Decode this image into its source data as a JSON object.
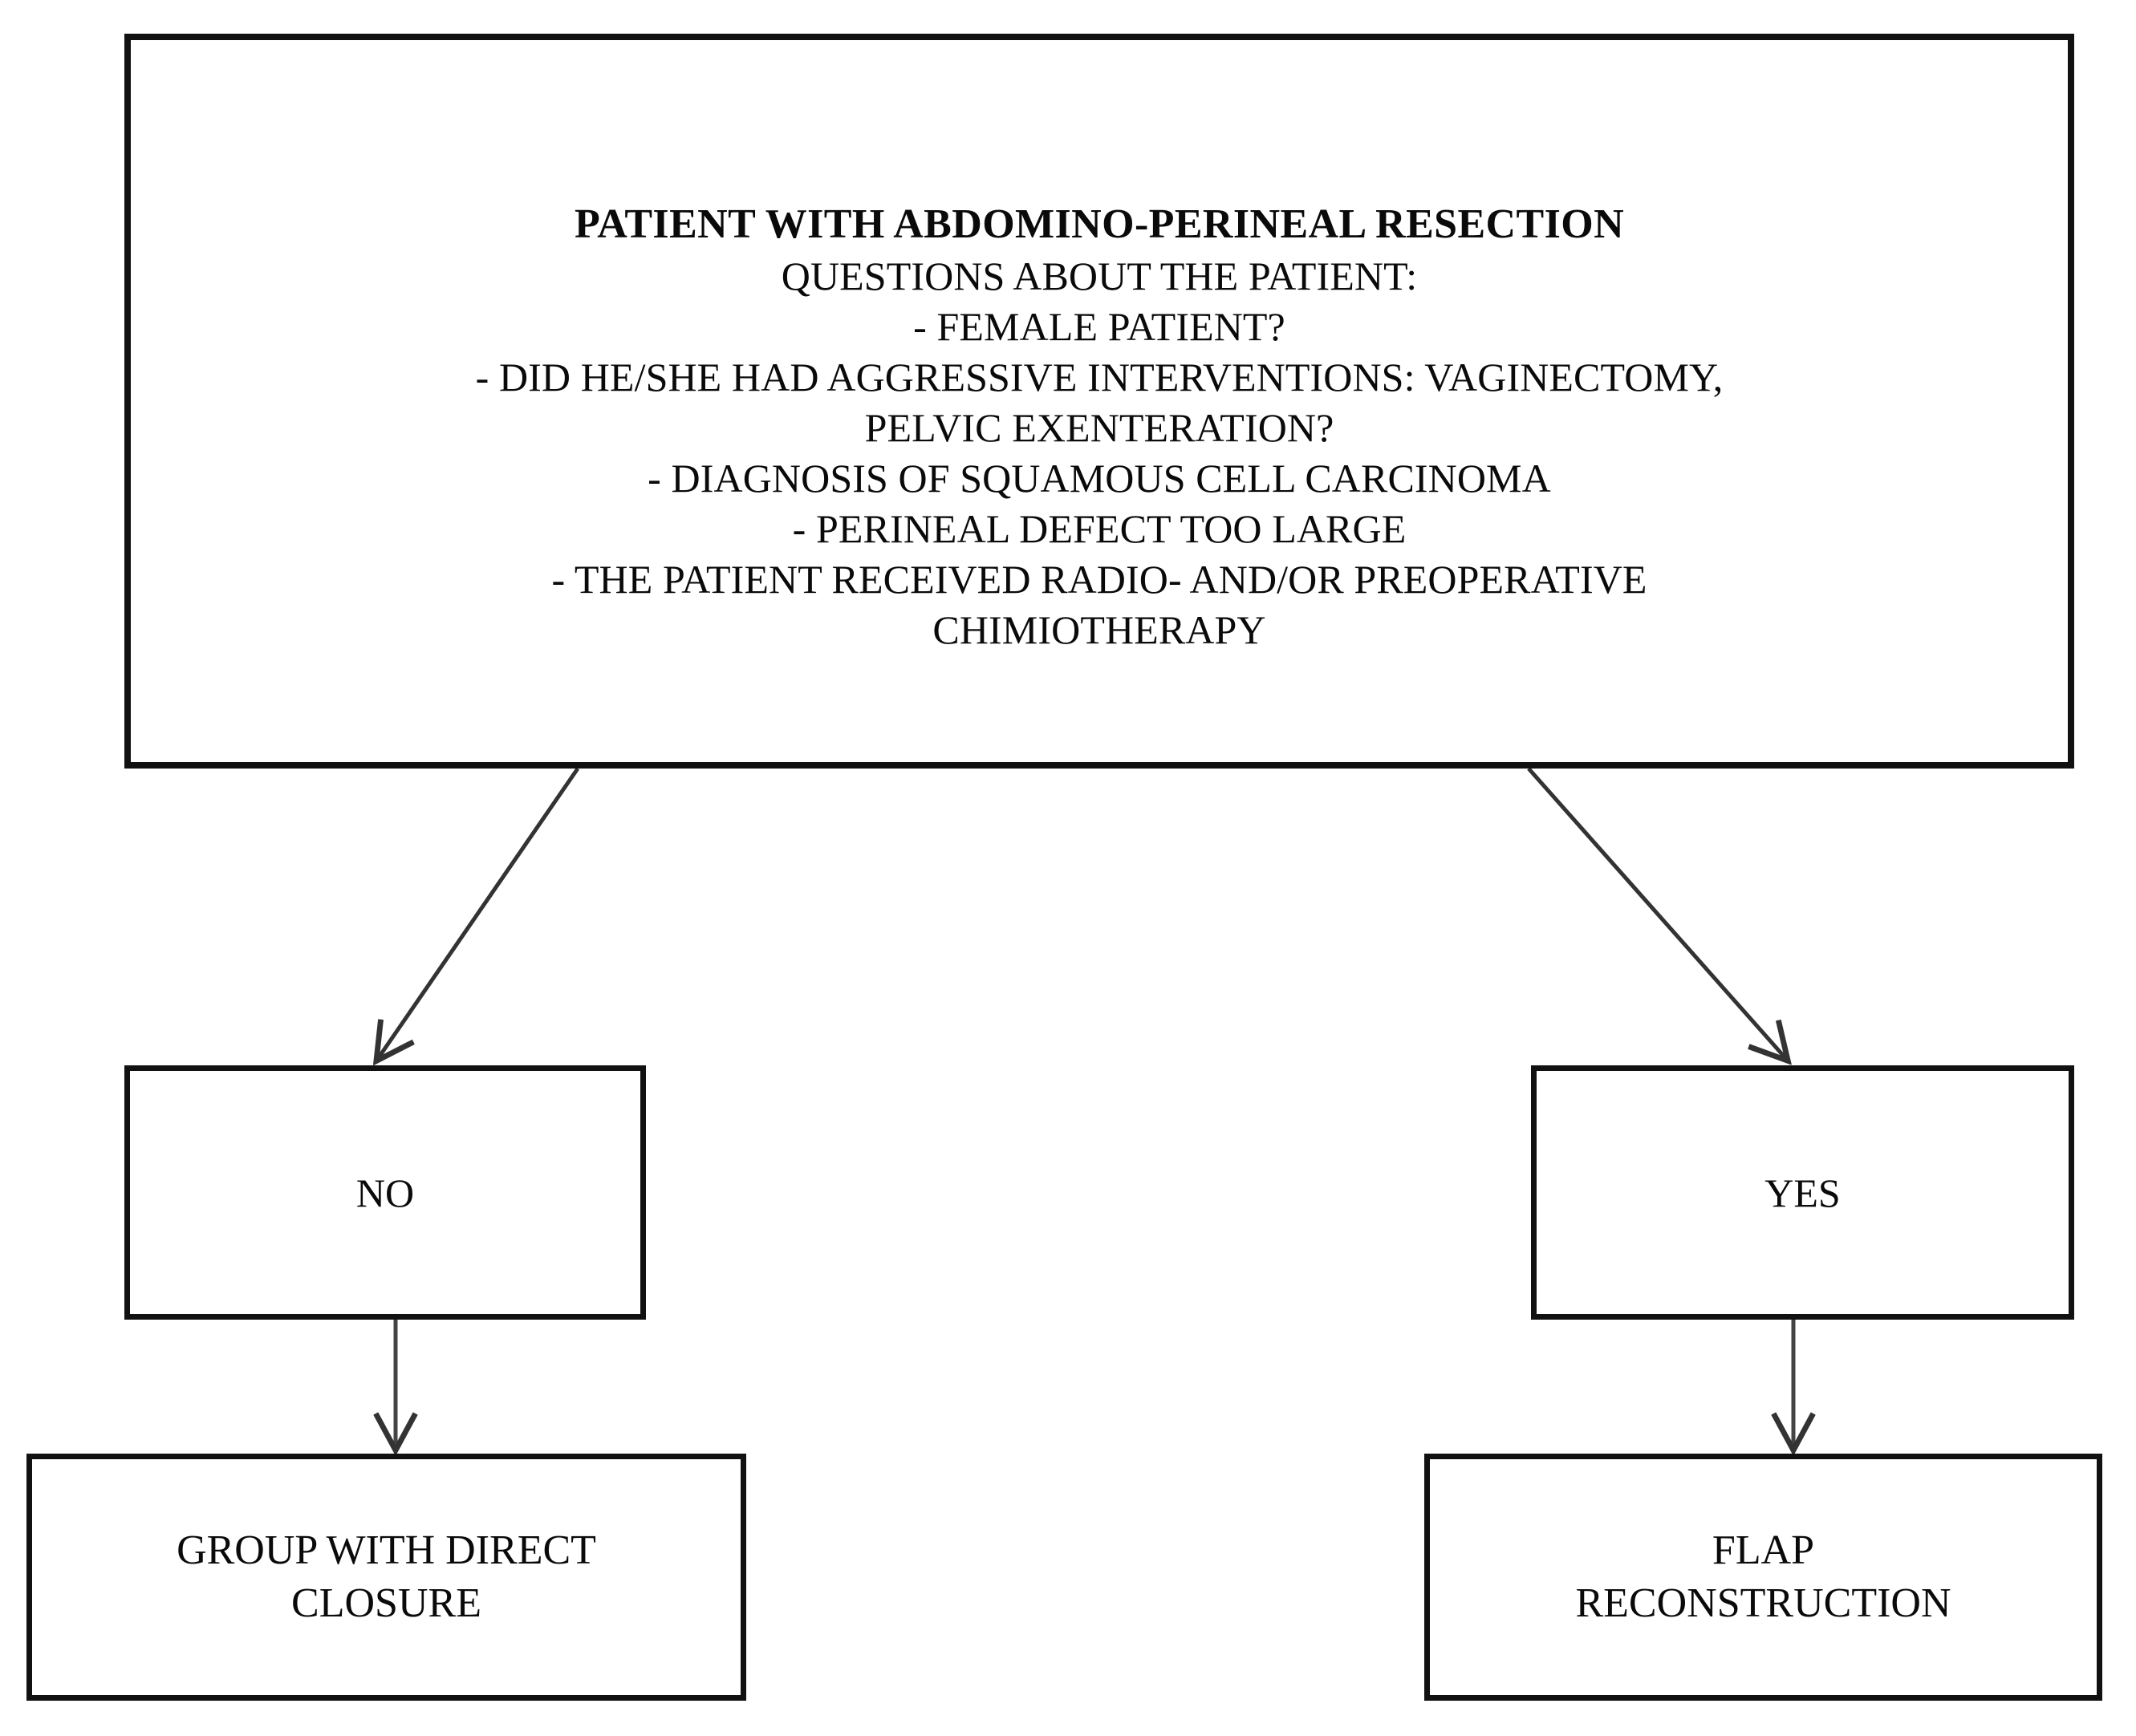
{
  "diagram": {
    "title": "Perineal reconstruction decision flowchart",
    "colors": {
      "background": "#ffffff",
      "box_border": "#111111",
      "text": "#0a0a0a",
      "connector": "#333333"
    },
    "main_box": {
      "name": "patient-assessment-box",
      "title": "PATIENT WITH ABDOMINO-PERINEAL RESECTION",
      "subtitle": "QUESTIONS ABOUT THE PATIENT:",
      "questions": [
        "- FEMALE PATIENT?",
        "- DID HE/SHE HAD AGGRESSIVE INTERVENTIONS: VAGINECTOMY,\nPELVIC EXENTERATION?",
        "- DIAGNOSIS OF SQUAMOUS CELL CARCINOMA",
        "- PERINEAL DEFECT TOO LARGE",
        "- THE PATIENT RECEIVED RADIO- AND/OR PREOPERATIVE\nCHIMIOTHERAPY"
      ]
    },
    "branches": {
      "no": {
        "label": "NO"
      },
      "yes": {
        "label": "YES"
      }
    },
    "outcomes": {
      "left": {
        "label": "GROUP WITH DIRECT\nCLOSURE"
      },
      "right": {
        "label": "FLAP\nRECONSTRUCTION"
      }
    },
    "connectors": [
      {
        "name": "main-to-no-arrow",
        "from": "patient-assessment-box",
        "to": "no-box",
        "style": "diagonal-arrow"
      },
      {
        "name": "main-to-yes-arrow",
        "from": "patient-assessment-box",
        "to": "yes-box",
        "style": "diagonal-arrow"
      },
      {
        "name": "no-to-group-arrow",
        "from": "no-box",
        "to": "group-box",
        "style": "vertical-arrow"
      },
      {
        "name": "yes-to-flap-arrow",
        "from": "yes-box",
        "to": "flap-box",
        "style": "vertical-arrow"
      }
    ]
  }
}
